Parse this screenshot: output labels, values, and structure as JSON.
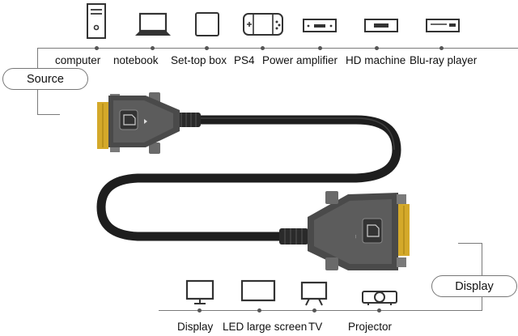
{
  "source": {
    "label": "Source",
    "devices": [
      {
        "name": "computer",
        "icon": "computer-tower-icon"
      },
      {
        "name": "notebook",
        "icon": "notebook-icon"
      },
      {
        "name": "Set-top box",
        "icon": "set-top-box-icon"
      },
      {
        "name": "PS4",
        "icon": "game-console-icon"
      },
      {
        "name": "Power amplifier",
        "icon": "power-amplifier-icon"
      },
      {
        "name": "HD machine",
        "icon": "hd-machine-icon"
      },
      {
        "name": "Blu-ray player",
        "icon": "blu-ray-player-icon"
      }
    ]
  },
  "display": {
    "label": "Display",
    "devices": [
      {
        "name": "Display",
        "icon": "monitor-icon"
      },
      {
        "name": "LED large screen",
        "icon": "led-screen-icon"
      },
      {
        "name": "TV",
        "icon": "tv-icon"
      },
      {
        "name": "Projector",
        "icon": "projector-icon"
      }
    ]
  },
  "product": {
    "icon": "dvi-cable-icon"
  },
  "colors": {
    "line": "#7a7a7a",
    "cable": "#1e1e1e",
    "connector": "#4a4a4a",
    "pins": "#d4a92a"
  }
}
